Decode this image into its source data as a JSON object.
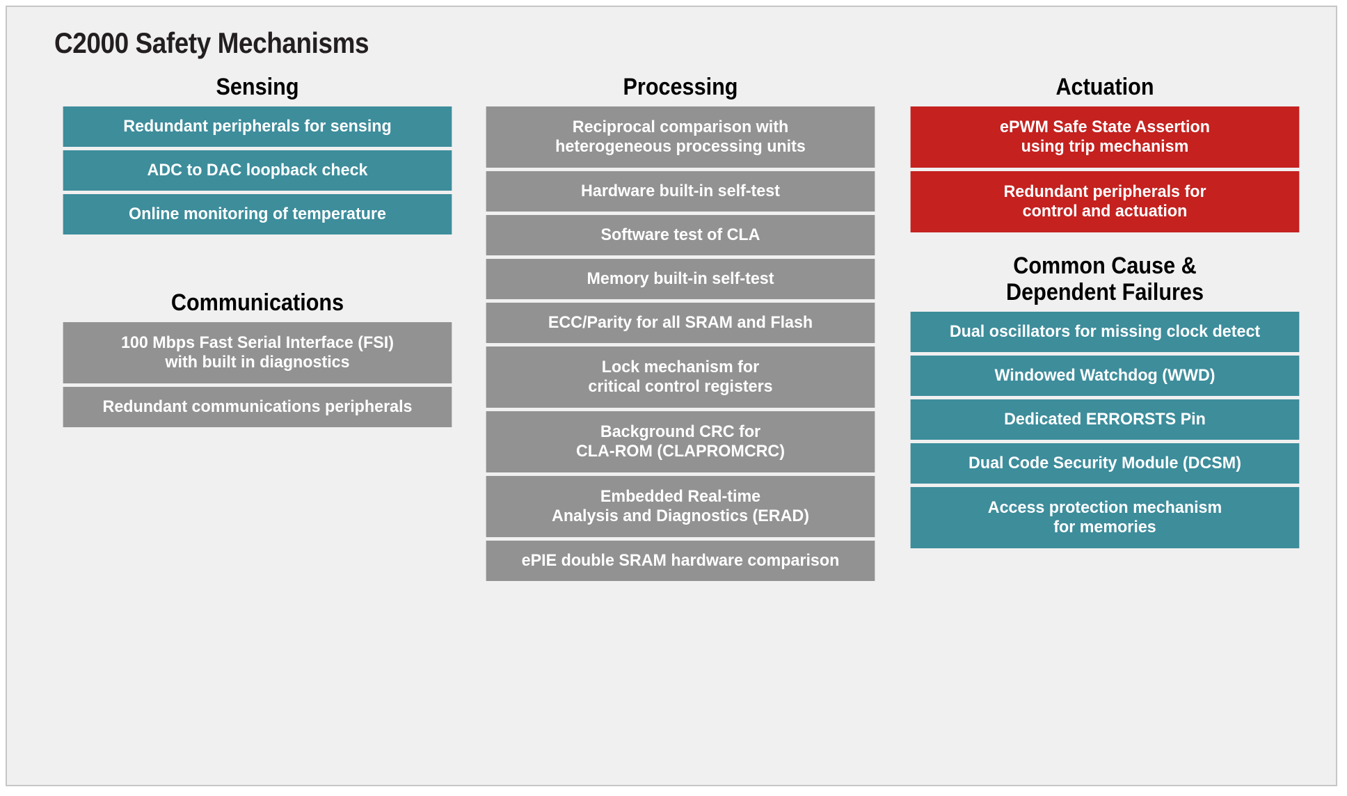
{
  "title": "C2000 Safety Mechanisms",
  "colors": {
    "teal": "#3d8d9b",
    "gray": "#929292",
    "red": "#c4211f",
    "background": "#f0f0f0",
    "border": "#c6c6c6",
    "heading_text": "#000000",
    "box_text": "#ffffff"
  },
  "columns": {
    "left": {
      "groups": [
        {
          "heading": "Sensing",
          "items": [
            {
              "label": "Redundant peripherals for sensing",
              "color": "teal",
              "lines": 1
            },
            {
              "label": "ADC to DAC loopback check",
              "color": "teal",
              "lines": 1
            },
            {
              "label": "Online monitoring of temperature",
              "color": "teal",
              "lines": 1
            }
          ]
        },
        {
          "heading": "Communications",
          "items": [
            {
              "label": "100 Mbps Fast Serial Interface (FSI)\nwith built in diagnostics",
              "color": "gray",
              "lines": 2
            },
            {
              "label": "Redundant communications peripherals",
              "color": "gray",
              "lines": 1
            }
          ]
        }
      ]
    },
    "middle": {
      "groups": [
        {
          "heading": "Processing",
          "items": [
            {
              "label": "Reciprocal comparison with\nheterogeneous processing units",
              "color": "gray",
              "lines": 2
            },
            {
              "label": "Hardware built-in self-test",
              "color": "gray",
              "lines": 1
            },
            {
              "label": "Software test of CLA",
              "color": "gray",
              "lines": 1
            },
            {
              "label": "Memory built-in self-test",
              "color": "gray",
              "lines": 1
            },
            {
              "label": "ECC/Parity for all SRAM and Flash",
              "color": "gray",
              "lines": 1
            },
            {
              "label": "Lock mechanism for\ncritical control registers",
              "color": "gray",
              "lines": 2
            },
            {
              "label": "Background CRC for\nCLA-ROM (CLAPROMCRC)",
              "color": "gray",
              "lines": 2
            },
            {
              "label": "Embedded Real-time\nAnalysis and Diagnostics (ERAD)",
              "color": "gray",
              "lines": 2
            },
            {
              "label": "ePIE double SRAM hardware comparison",
              "color": "gray",
              "lines": 1
            }
          ]
        }
      ]
    },
    "right": {
      "groups": [
        {
          "heading": "Actuation",
          "items": [
            {
              "label": "ePWM Safe State Assertion\nusing trip mechanism",
              "color": "red",
              "lines": 2
            },
            {
              "label": "Redundant peripherals for\ncontrol and actuation",
              "color": "red",
              "lines": 2
            }
          ]
        },
        {
          "heading": "Common Cause &\nDependent Failures",
          "items": [
            {
              "label": "Dual oscillators for missing clock detect",
              "color": "teal",
              "lines": 1
            },
            {
              "label": "Windowed Watchdog (WWD)",
              "color": "teal",
              "lines": 1
            },
            {
              "label": "Dedicated ERRORSTS Pin",
              "color": "teal",
              "lines": 1
            },
            {
              "label": "Dual Code Security Module (DCSM)",
              "color": "teal",
              "lines": 1
            },
            {
              "label": "Access protection mechanism\nfor memories",
              "color": "teal",
              "lines": 2
            }
          ]
        }
      ]
    }
  }
}
